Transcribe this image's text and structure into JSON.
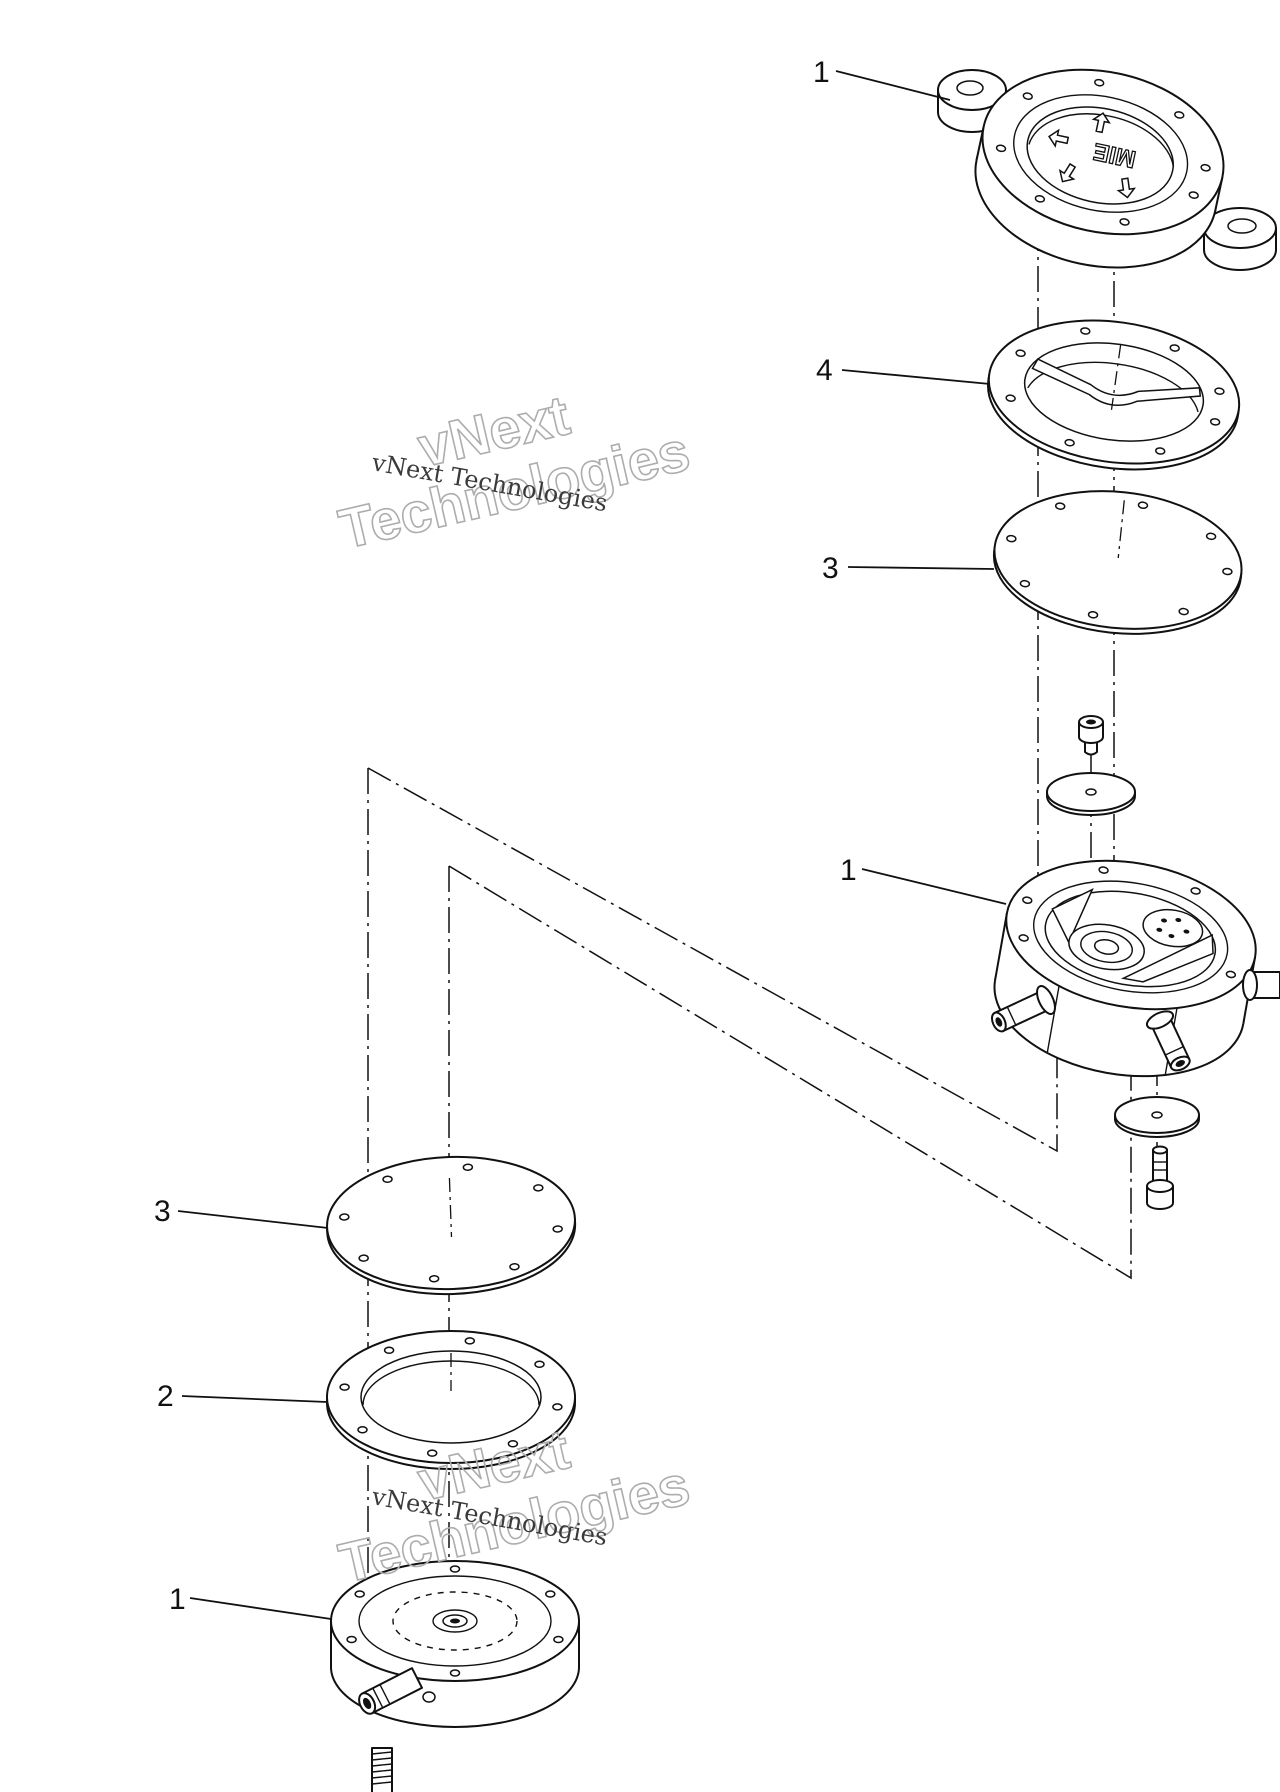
{
  "callouts": {
    "cover_top": "1",
    "gasket_top": "4",
    "diaphragm_top": "3",
    "pump_body": "1",
    "diaphragm_bottom": "3",
    "gasket_bottom": "2",
    "body_bottom": "1"
  },
  "cover_marking": "MIE",
  "watermark": {
    "caption": "vNext Technologies",
    "logo_line1": "vNext",
    "logo_line2": "Technologies"
  },
  "colors": {
    "line": "#111111",
    "background": "#ffffff",
    "watermark_outline": "#adadad",
    "watermark_caption": "#3a3a3a"
  }
}
